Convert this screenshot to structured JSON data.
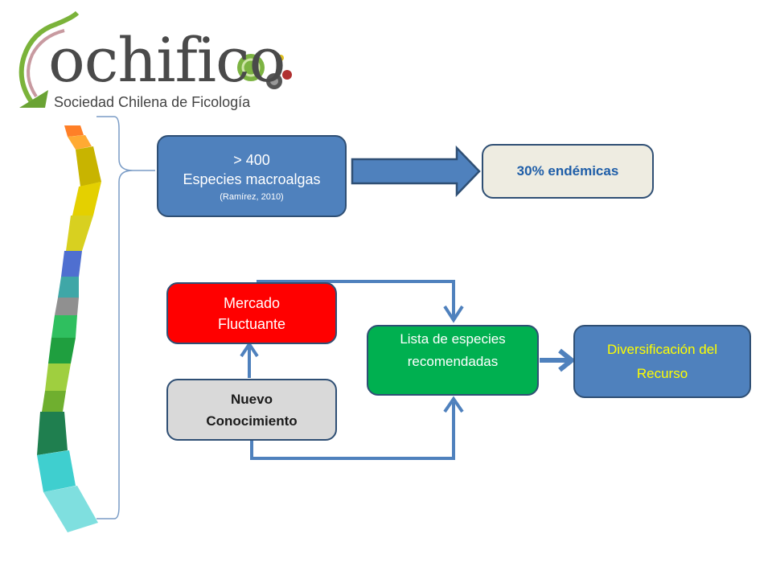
{
  "logo": {
    "name": "ochifico",
    "subtitle": "Sociedad Chilena de Ficología"
  },
  "species": {
    "count": "> 400",
    "label": "Especies macroalgas",
    "citation": "(Ramírez,  2010)"
  },
  "endemic": {
    "label": "30% endémicas"
  },
  "market": {
    "line1": "Mercado",
    "line2": "Fluctuante"
  },
  "knowledge": {
    "line1": "Nuevo",
    "line2": "Conocimiento"
  },
  "species_list": {
    "line1": "Lista de especies",
    "line2": "recomendadas"
  },
  "diversification": {
    "line1": "Diversificación del",
    "line2": "Recurso"
  },
  "colors": {
    "blue_box": "#4f81bd",
    "red_box": "#ff0000",
    "green_box": "#00b050",
    "grey_box": "#d9d9d9",
    "beige_box": "#eeece1",
    "arrow": "#4f81bd",
    "diversification_text": "#ffff00"
  }
}
